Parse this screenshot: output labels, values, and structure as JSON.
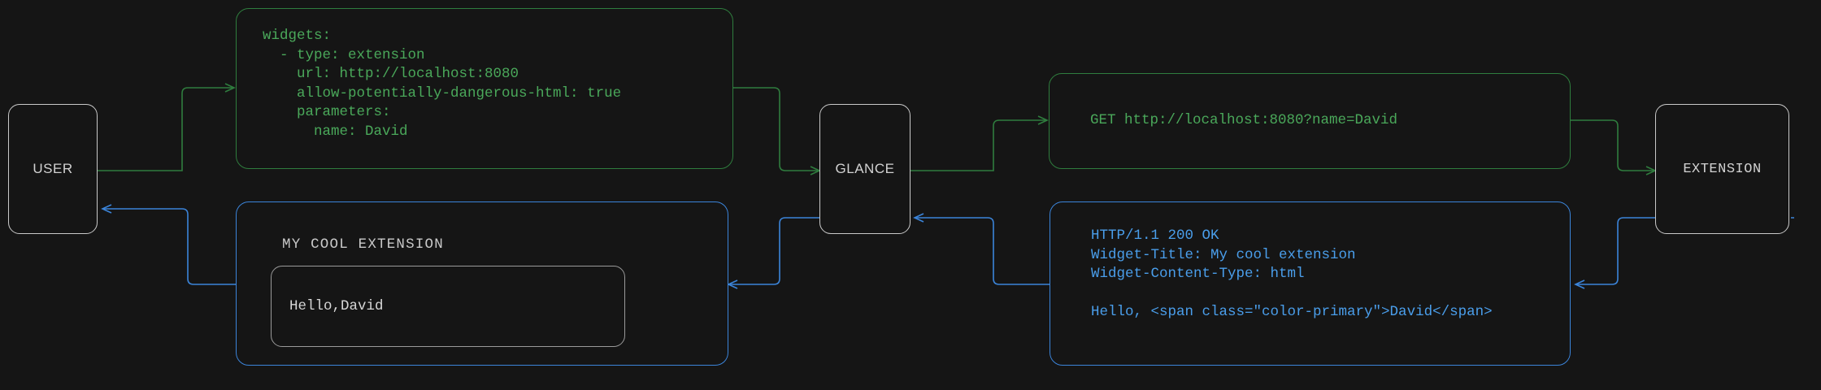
{
  "theme": {
    "background": "#151515",
    "green": "#4aa85a",
    "green_border": "#2f7d3e",
    "blue": "#4a9eeb",
    "blue_border": "#3b84d9",
    "grey_border": "#c9c9c9",
    "text_grey": "#d2d2d2",
    "accent_orange": "#e8742c"
  },
  "nodes": {
    "user": {
      "label": "USER"
    },
    "glance": {
      "label": "GLANCE"
    },
    "extension": {
      "label": "EXTENSION"
    },
    "config": {
      "code": "widgets:\n  - type: extension\n    url: http://localhost:8080\n    allow-potentially-dangerous-html: true\n    parameters:\n      name: David"
    },
    "request": {
      "code": "GET http://localhost:8080?name=David"
    },
    "response": {
      "code": "HTTP/1.1 200 OK\nWidget-Title: My cool extension\nWidget-Content-Type: html\n\nHello, <span class=\"color-primary\">David</span>"
    },
    "widget": {
      "title": "MY COOL EXTENSION",
      "greeting_prefix": "Hello, ",
      "greeting_name": "David"
    }
  }
}
